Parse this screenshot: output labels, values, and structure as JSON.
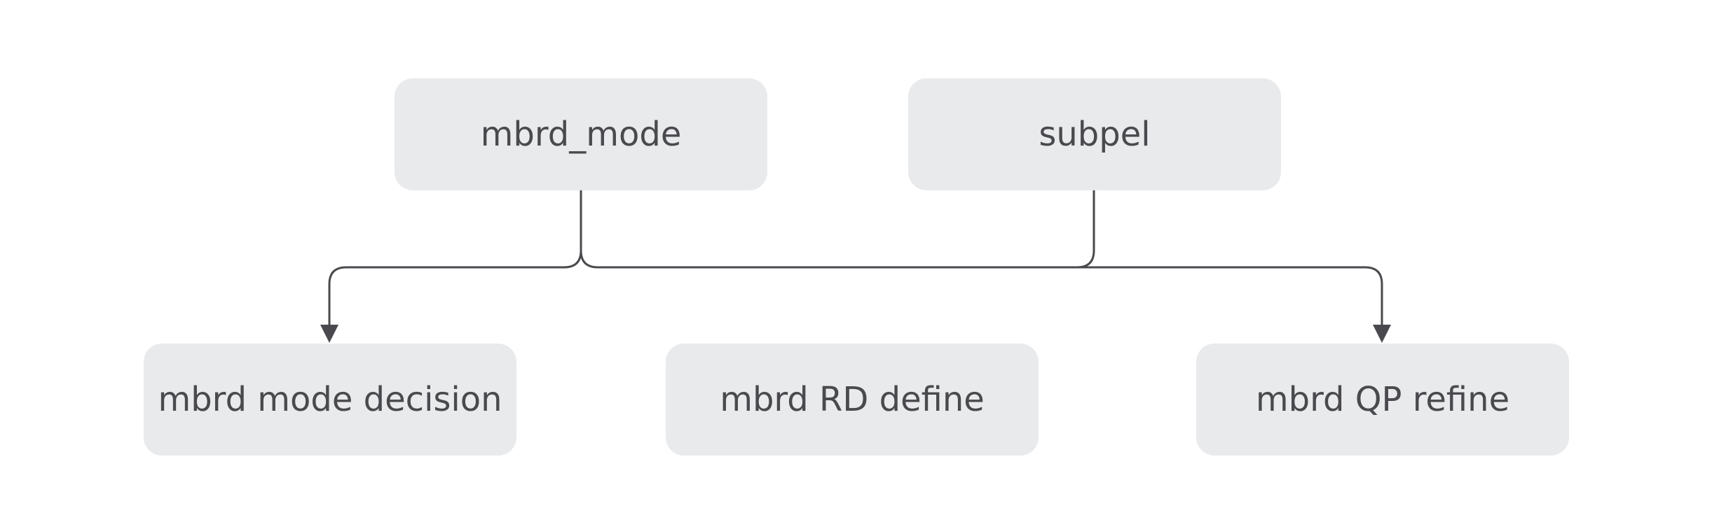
{
  "diagram": {
    "nodes": [
      {
        "id": "mbrd_mode",
        "label": "mbrd_mode"
      },
      {
        "id": "subpel",
        "label": "subpel"
      },
      {
        "id": "mode_decision",
        "label": "mbrd mode decision"
      },
      {
        "id": "rd_define",
        "label": "mbrd RD define"
      },
      {
        "id": "qp_refine",
        "label": "mbrd QP refine"
      }
    ],
    "edges": [
      {
        "from": "mbrd_mode",
        "to": "mode_decision"
      },
      {
        "from": "mbrd_mode",
        "to": "qp_refine"
      },
      {
        "from": "subpel",
        "to": "mode_decision"
      },
      {
        "from": "subpel",
        "to": "qp_refine"
      }
    ],
    "colors": {
      "node_fill": "#e9eaec",
      "node_text": "#4a4a4e",
      "connector": "#4a4a4e",
      "background": "#ffffff"
    }
  }
}
